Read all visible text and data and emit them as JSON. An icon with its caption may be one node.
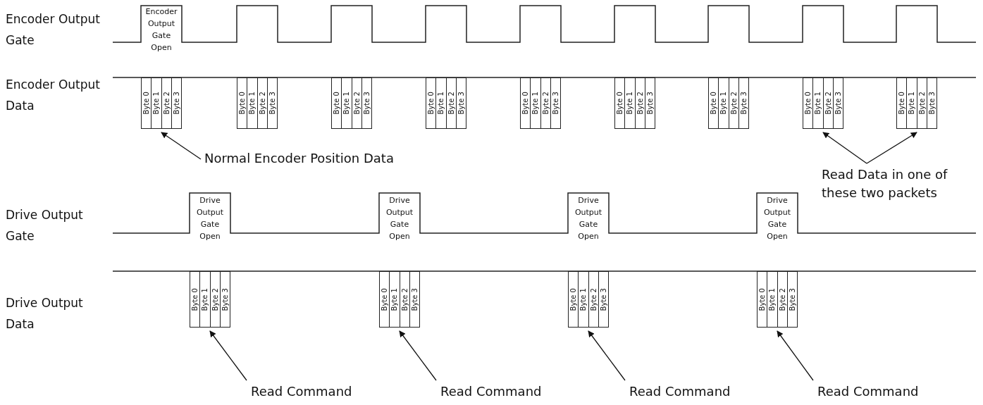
{
  "diagram": {
    "nodes": [
      {
        "text": [
          "Encoder Output Gate Open"
        ]
      },
      {
        "text": [
          "Byte 0",
          "Byte 1",
          "Byte 2",
          "Byte 3"
        ]
      },
      {
        "text": [
          "Byte 0",
          "Byte 1",
          "Byte 2",
          "Byte 3"
        ]
      },
      {
        "text": [
          "Byte 0",
          "Byte 1",
          "Byte 2",
          "Byte 3"
        ]
      },
      {
        "text": [
          "Byte 0",
          "Byte 1",
          "Byte 2",
          "Byte 3"
        ]
      },
      {
        "text": [
          "Byte 0",
          "Byte 1",
          "Byte 2",
          "Byte 3"
        ]
      },
      {
        "text": [
          "Byte 0",
          "Byte 1",
          "Byte 2",
          "Byte 3"
        ]
      },
      {
        "text": [
          "Byte 0",
          "Byte 1",
          "Byte 2",
          "Byte 3"
        ]
      },
      {
        "text": [
          "Byte 0",
          "Byte 1",
          "Byte 2",
          "Byte 3"
        ]
      },
      {
        "text": [
          "Byte 0",
          "Byte 1",
          "Byte 2",
          "Byte 3"
        ]
      },
      {
        "text": [
          "Normal Encoder Position Data"
        ]
      },
      {
        "text": [
          "Read Data in one of these two packets"
        ]
      },
      {
        "text": [
          "Drive Output Gate Open"
        ]
      },
      {
        "text": [
          "Drive Output Gate Open"
        ]
      },
      {
        "text": [
          "Drive Output Gate Open"
        ]
      },
      {
        "text": [
          "Drive Output Gate Open"
        ]
      },
      {
        "text": [
          "Byte 0",
          "Byte 1",
          "Byte 2",
          "Byte 3"
        ]
      },
      {
        "text": [
          "Byte 0",
          "Byte 1",
          "Byte 2",
          "Byte 3"
        ]
      },
      {
        "text": [
          "Byte 0",
          "Byte 1",
          "Byte 2",
          "Byte 3"
        ]
      },
      {
        "text": [
          "Byte 0",
          "Byte 1",
          "Byte 2",
          "Byte 3"
        ]
      },
      {
        "text": [
          "Read Command"
        ]
      },
      {
        "text": [
          "Read Command"
        ]
      },
      {
        "text": [
          "Read Command"
        ]
      },
      {
        "text": [
          "Read Command"
        ]
      }
    ],
    "edges": [
      {
        "from": 10,
        "to": 1,
        "arrow": "to"
      },
      {
        "from": 11,
        "to": 8,
        "arrow": "to"
      },
      {
        "from": 11,
        "to": 9,
        "arrow": "to"
      },
      {
        "from": 20,
        "to": 16,
        "arrow": "to"
      },
      {
        "from": 21,
        "to": 17,
        "arrow": "to"
      },
      {
        "from": 22,
        "to": 18,
        "arrow": "to"
      },
      {
        "from": 23,
        "to": 19,
        "arrow": "to"
      }
    ],
    "labels": [
      "Encoder Output Gate",
      "Encoder Output Data",
      "Drive Output Gate",
      "Drive Output Data"
    ]
  }
}
